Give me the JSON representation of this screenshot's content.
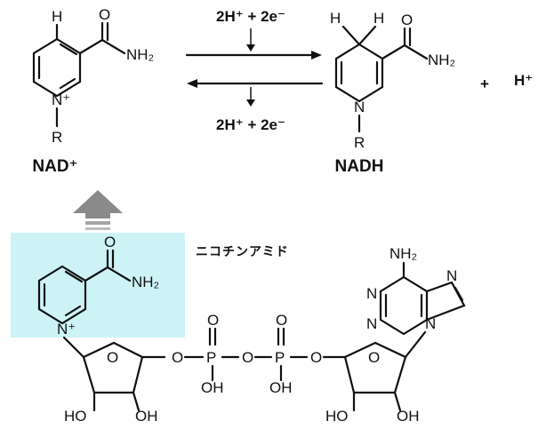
{
  "reaction": {
    "electrons_top": "2H⁺ + 2e⁻",
    "electrons_bottom": "2H⁺ + 2e⁻",
    "plus": "+",
    "proton": "H⁺"
  },
  "nad": {
    "label": "NAD⁺"
  },
  "nadh": {
    "label": "NADH"
  },
  "highlight": {
    "label": "ニコチンアミド",
    "color": "#cdf3f7"
  },
  "arrow": {
    "color": "#8a8a8a"
  },
  "atoms": {
    "h": "H",
    "o": "O",
    "n": "N",
    "n_plus": "N⁺",
    "r": "R",
    "nh2": "NH₂",
    "oh": "OH",
    "ho": "HO",
    "p": "P"
  }
}
